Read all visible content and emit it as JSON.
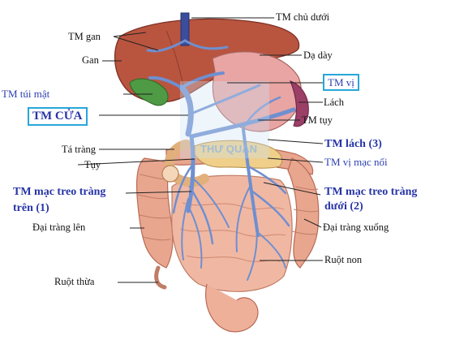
{
  "labels": {
    "tm_chu_duoi": "TM chủ dưới",
    "tm_gan": "TM gan",
    "gan": "Gan",
    "da_day": "Dạ dày",
    "tm_tui_mat": "TM túi mật",
    "tm_vi": "TM vị",
    "lach": "Lách",
    "tm_cua": "TM CỬA",
    "tm_tuy": "TM tụy",
    "ta_trang": "Tá tràng",
    "tm_lach": "TM lách",
    "tm_lach_num": "(3)",
    "tuy": "Tụy",
    "tm_vi_mac_noi": "TM vị mạc nối",
    "tm_mac_treo_trang_tren_line1": "TM mạc treo tràng",
    "tm_mac_treo_trang_tren_line2": "trên (1)",
    "tm_mac_treo_trang_duoi_line1": "TM mạc treo tràng",
    "tm_mac_treo_trang_duoi_line2": "dưới (2)",
    "dai_trang_len": "Đại tràng lên",
    "dai_trang_xuong": "Đại tràng xuống",
    "ruot_non": "Ruột non",
    "ruot_thua": "Ruột thừa"
  },
  "watermark": "THƯ QUÁN",
  "colors": {
    "label_blue": "#2b3fb0",
    "box_border": "#29a6d8",
    "liver": "#b9553f",
    "vein": "#6f8fd0",
    "intestine": "#e9a68f",
    "stomach": "#e8a5a3",
    "spleen": "#9b3f66",
    "pancreas": "#efcf8a",
    "gallbladder": "#4f9a45"
  }
}
